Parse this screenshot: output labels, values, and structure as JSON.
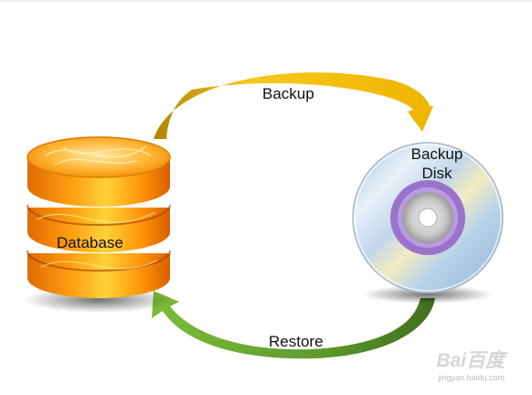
{
  "labels": {
    "backup_arrow": "Backup",
    "restore_arrow": "Restore",
    "database": "Database",
    "disk_line1": "Backup",
    "disk_line2": "Disk"
  },
  "watermark": {
    "logo": "Bai百度",
    "url": "jingyan.baidu.com"
  },
  "colors": {
    "backup_arrow": "#f0b400",
    "restore_arrow": "#6ea832",
    "database_body": "#f38a00",
    "database_top": "#ffc04a",
    "disk_base": "#c5d6e6",
    "disk_ring": "#9a72cc",
    "watermark": "#d6d6d6"
  }
}
